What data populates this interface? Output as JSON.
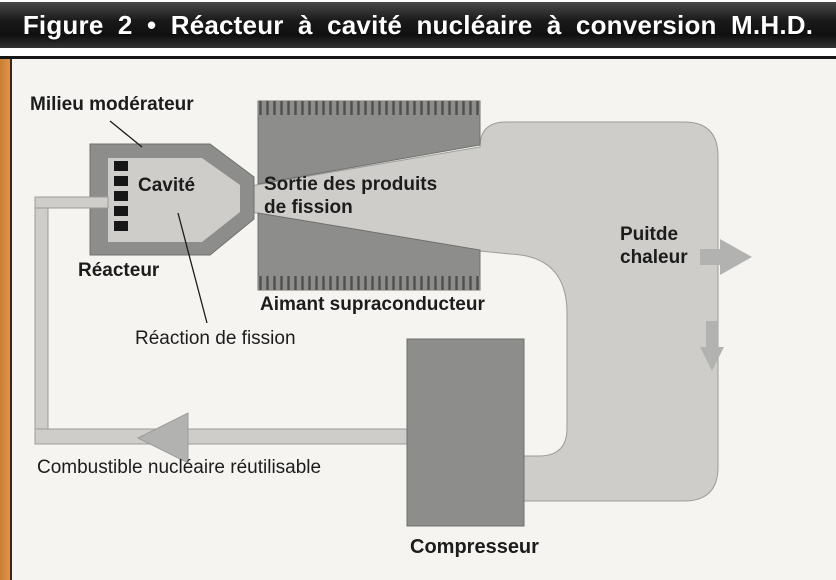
{
  "title_bar": {
    "text": "Figure 2 • Réacteur à cavité nucléaire à conversion M.H.D."
  },
  "diagram": {
    "labels": {
      "moderator": "Milieu modérateur",
      "cavity": "Cavité",
      "reactor": "Réacteur",
      "fission_products_line1": "Sortie des produits",
      "fission_products_line2": "de fission",
      "magnet": "Aimant supraconducteur",
      "heat_sink_line1": "Puitde",
      "heat_sink_line2": "chaleur",
      "fission_reaction": "Réaction de fission",
      "fuel_return": "Combustible nucléaire réutilisable",
      "compressor": "Compresseur"
    },
    "colors": {
      "dark_gray": "#8d8d8b",
      "light_gray": "#cecdca",
      "arrow_gray": "#b2b2b0",
      "outline_gray": "#9c9c9a",
      "accent_strip": "#e0944a",
      "background": "#f5f4f1",
      "ink": "#1c1c1c"
    }
  }
}
